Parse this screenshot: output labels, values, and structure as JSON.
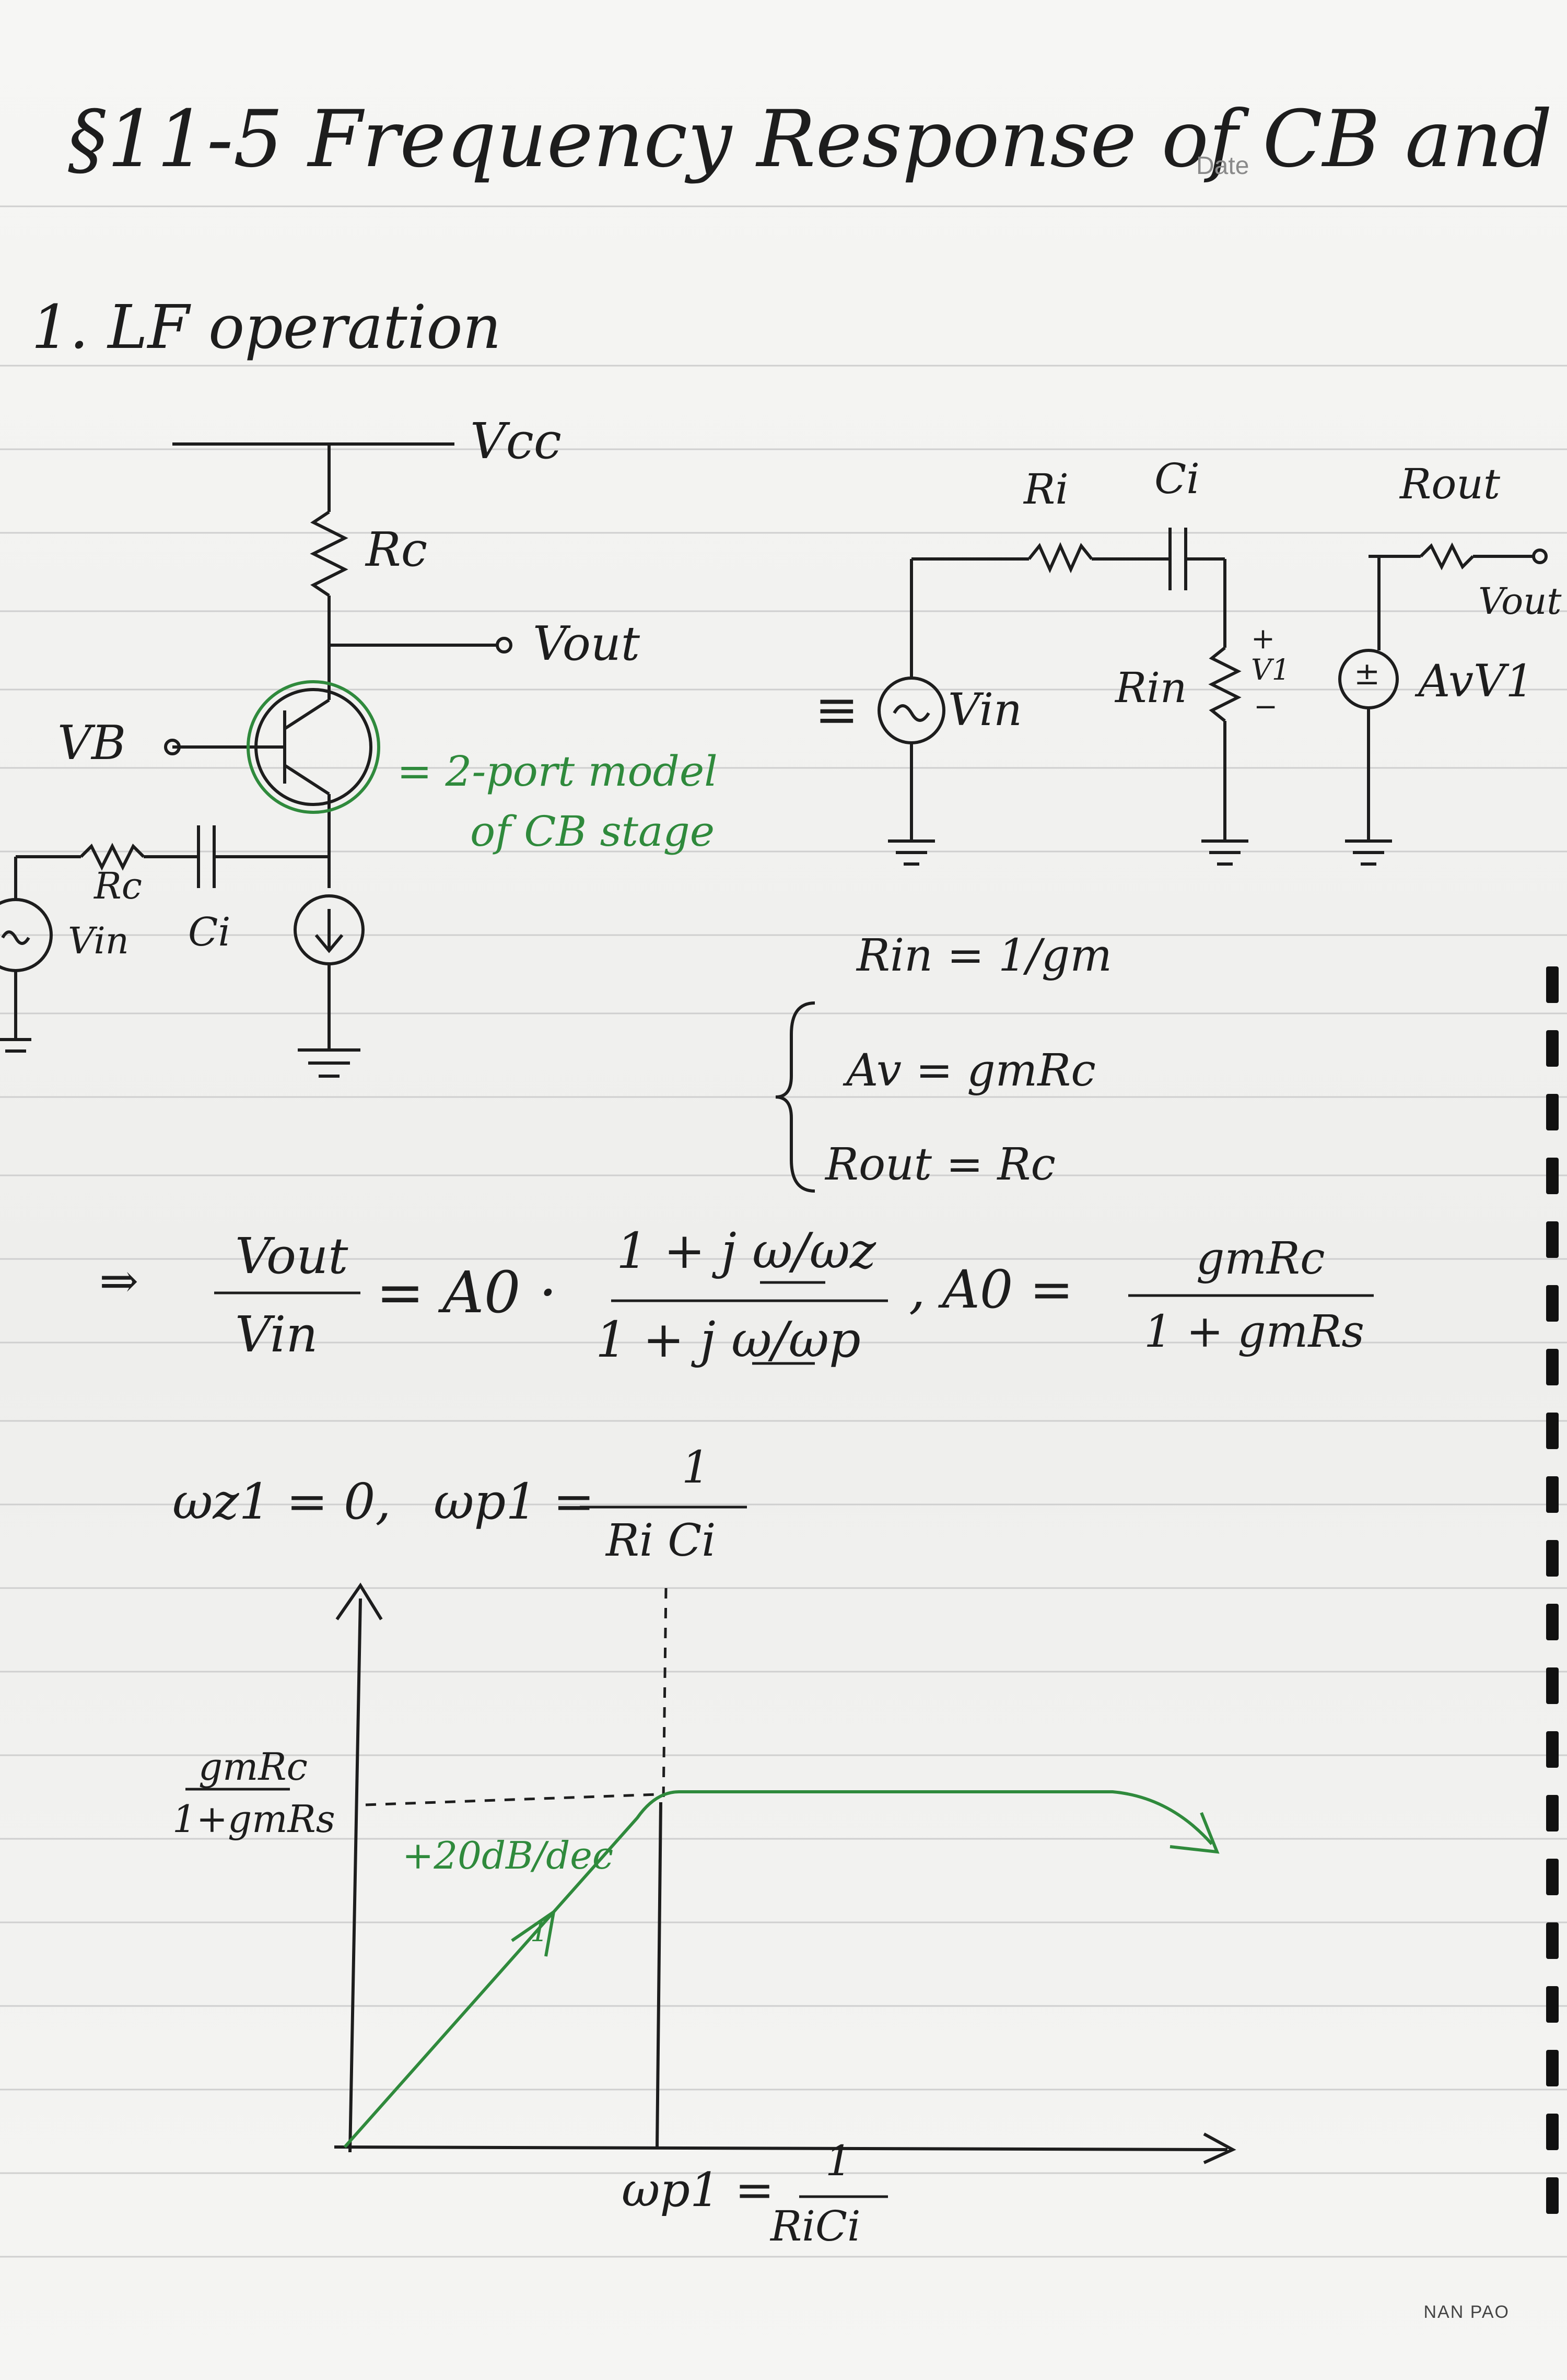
{
  "title": "§11-5 Frequency Response of CB and",
  "date_tag": "Date",
  "section_heading": "1. LF operation",
  "circuit": {
    "vcc": "Vcc",
    "rc": "Rc",
    "vout": "Vout",
    "vb": "VB",
    "source_rc": "Rc",
    "source_vin": "Vin",
    "ci": "Ci",
    "note_line1": "= 2-port model",
    "note_line2": "of CB stage"
  },
  "model": {
    "equiv": "≡",
    "ri": "Ri",
    "ci": "Ci",
    "rout": "Rout",
    "vout": "Vout",
    "vin": "Vin",
    "rin": "Rin",
    "v1": "V1",
    "plus": "+",
    "minus": "−",
    "src_pm": "±",
    "avv1": "AvV1"
  },
  "params": {
    "rin": "Rin = 1/gm",
    "av": "Av = gmRc",
    "rout": "Rout = Rc"
  },
  "transfer": {
    "arrow": "⇒",
    "lhs_num": "Vout",
    "lhs_den": "Vin",
    "eq_a0": "= A0 ·",
    "num": "1 + j ω/ωz",
    "den": "1 + j ω/ωp",
    "a0_lhs": ", A0 =",
    "a0_num": "gmRc",
    "a0_den": "1 + gmRs"
  },
  "poles": {
    "wz": "ωz1 = 0,",
    "wp": "ωp1 =",
    "wp_num": "1",
    "wp_den": "Ri Ci"
  },
  "bode": {
    "y_label_num": "gmRc",
    "y_label_den": "1+gmRs",
    "slope": "+20dB/dec",
    "slope_mark": "1",
    "x_label": "ωp1 =",
    "x_num": "1",
    "x_den": "RiCi"
  },
  "footer": "NAN PAO",
  "colors": {
    "ink": "#1d1d1d",
    "green": "#2f8a3c",
    "rule": "#c9c9c9"
  }
}
